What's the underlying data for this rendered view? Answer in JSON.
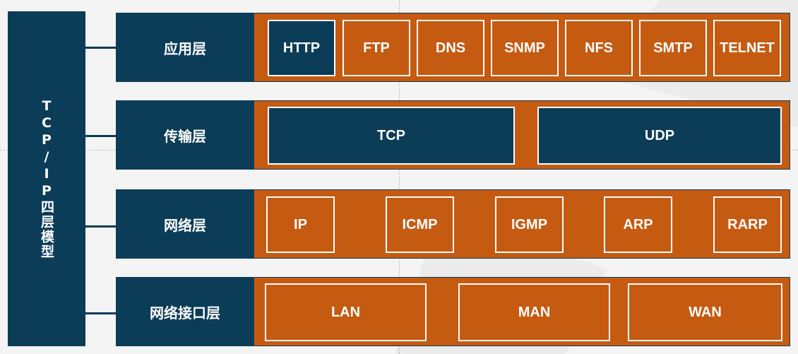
{
  "model": {
    "title": "TCP/IP四层模型"
  },
  "layers": [
    {
      "name": "应用层",
      "protocols": [
        "HTTP",
        "FTP",
        "DNS",
        "SNMP",
        "NFS",
        "SMTP",
        "TELNET"
      ]
    },
    {
      "name": "传输层",
      "protocols": [
        "TCP",
        "UDP"
      ]
    },
    {
      "name": "网络层",
      "protocols": [
        "IP",
        "ICMP",
        "IGMP",
        "ARP",
        "RARP"
      ]
    },
    {
      "name": "网络接口层",
      "protocols": [
        "LAN",
        "MAN",
        "WAN"
      ]
    }
  ],
  "colors": {
    "navy": "#0b3c58",
    "orange": "#c55a11",
    "background": "#f4f4f4",
    "border": "#ffffff"
  }
}
